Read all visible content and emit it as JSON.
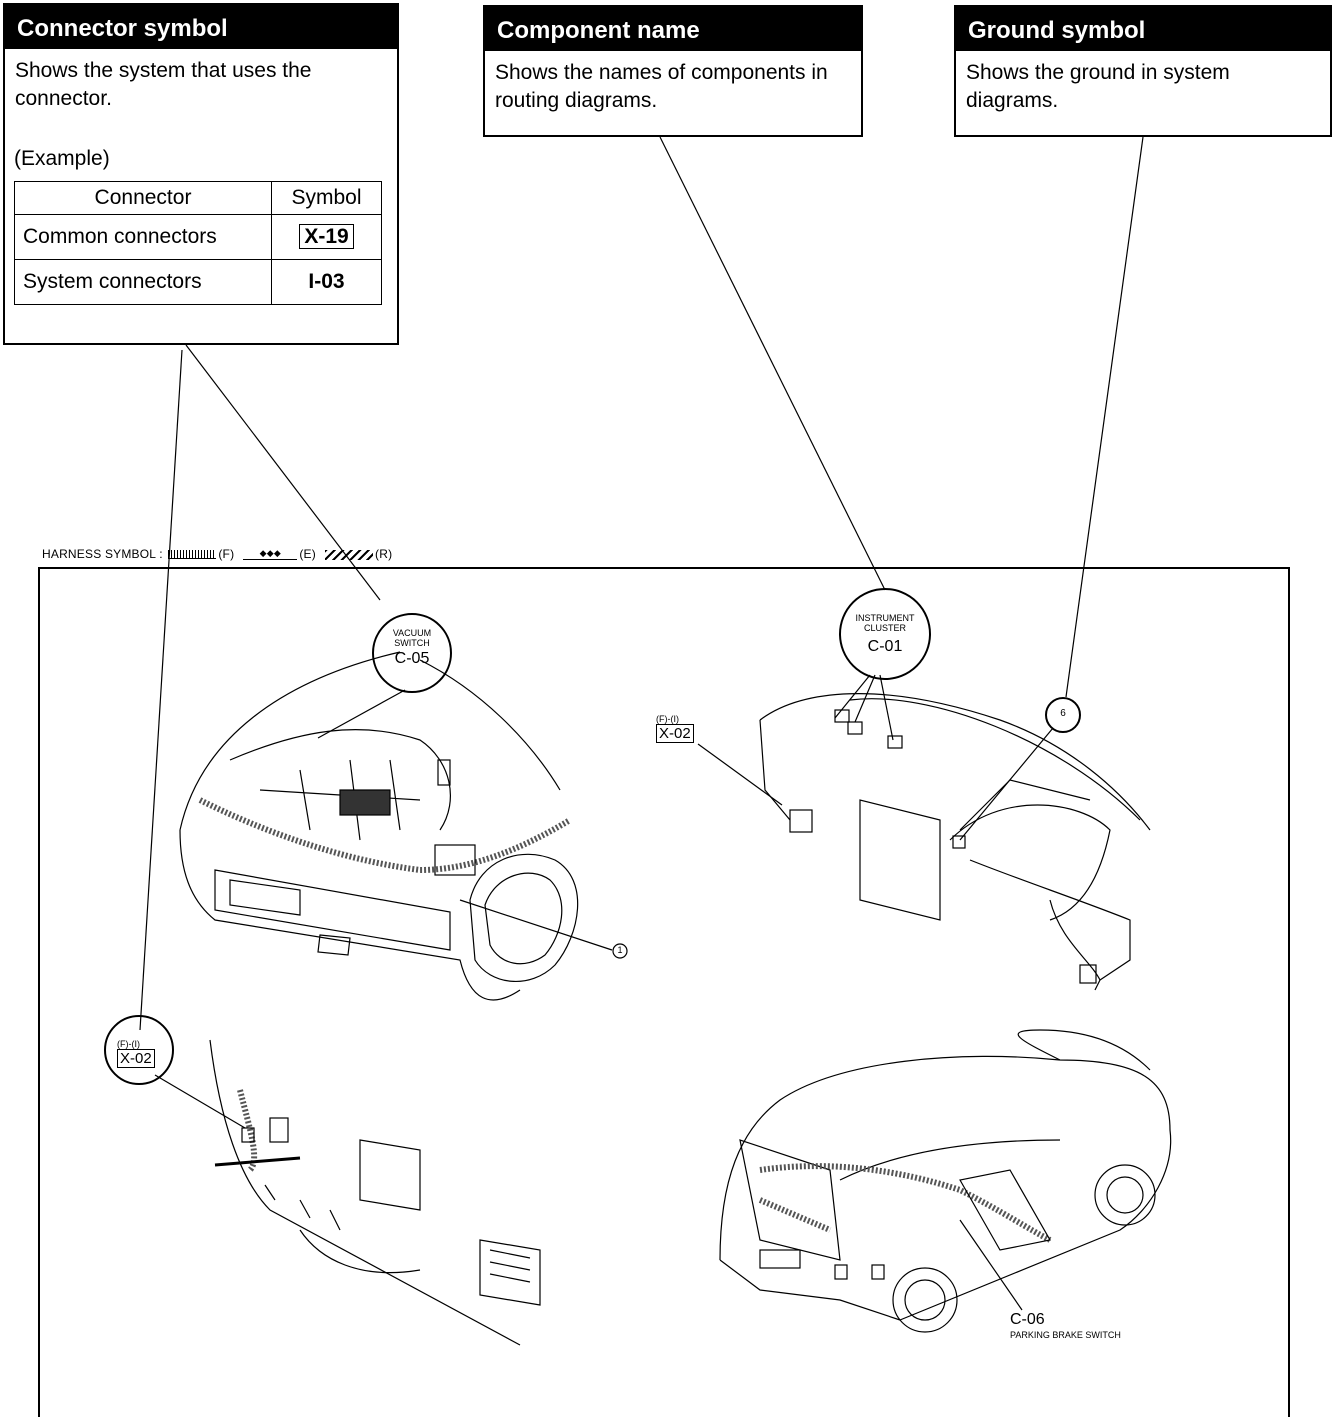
{
  "connector_symbol": {
    "title": "Connector symbol",
    "description": "Shows the system that uses the connector.",
    "example_label": "(Example)",
    "table": {
      "headers": [
        "Connector",
        "Symbol"
      ],
      "rows": [
        {
          "connector": "Common connectors",
          "symbol": "X-19"
        },
        {
          "connector": "System connectors",
          "symbol": "I-03"
        }
      ]
    }
  },
  "component_name": {
    "title": "Component name",
    "description": "Shows the names of components in routing diagrams."
  },
  "ground_symbol": {
    "title": "Ground symbol",
    "description": "Shows the ground in system diagrams."
  },
  "harness_symbol": {
    "label": "HARNESS SYMBOL :",
    "f": "(F)",
    "e": "(E)",
    "r": "(R)",
    "e_marks": "◆◆◆"
  },
  "diagram_labels": {
    "vacuum_line1": "VACUUM",
    "vacuum_line2": "SWITCH",
    "vacuum_code": "C-05",
    "instrument_line1": "INSTRUMENT",
    "instrument_line2": "CLUSTER",
    "instrument_code": "C-01",
    "ground_num": "6",
    "engine_ground_num": "1",
    "x02_prefix_a": "(F)-(I)",
    "x02_code_a": "X-02",
    "x02_prefix_b": "(F)-(I)",
    "x02_code_b": "X-02",
    "c06_code": "C-06",
    "c06_name": "PARKING BRAKE SWITCH"
  }
}
